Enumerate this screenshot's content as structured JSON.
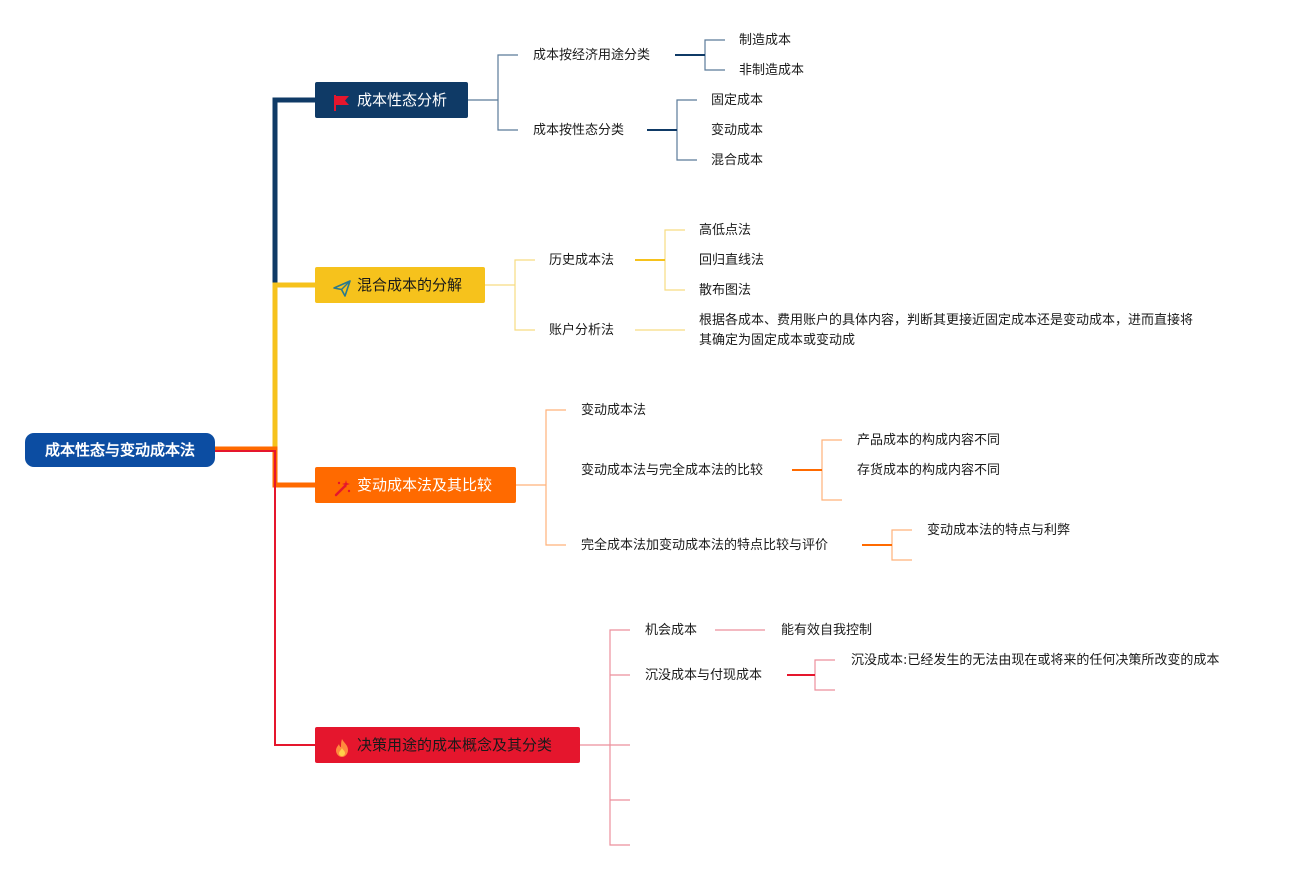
{
  "root": "成本性态与变动成本法",
  "colors": {
    "root": "#0c4da2",
    "branch1": "#0f3a66",
    "branch2": "#f6c21c",
    "branch3": "#ff6a00",
    "branch4": "#e5162d"
  },
  "branches": [
    {
      "label": "成本性态分析",
      "icon": "flag-icon",
      "children": [
        {
          "label": "成本按经济用途分类",
          "children": [
            "制造成本",
            "非制造成本"
          ]
        },
        {
          "label": "成本按性态分类",
          "children": [
            "固定成本",
            "变动成本",
            "混合成本"
          ]
        }
      ]
    },
    {
      "label": "混合成本的分解",
      "icon": "paper-plane-icon",
      "children": [
        {
          "label": "历史成本法",
          "children": [
            "高低点法",
            "回归直线法",
            "散布图法"
          ]
        },
        {
          "label": "账户分析法",
          "children": [
            "根据各成本、费用账户的具体内容，判断其更接近固定成本还是变动成本，进而直接将其确定为固定成本或变动成"
          ]
        }
      ]
    },
    {
      "label": "变动成本法及其比较",
      "icon": "magic-wand-icon",
      "children": [
        {
          "label": "变动成本法"
        },
        {
          "label": "变动成本法与完全成本法的比较",
          "children": [
            "产品成本的构成内容不同",
            "存货成本的构成内容不同"
          ]
        },
        {
          "label": "完全成本法加变动成本法的特点比较与评价",
          "children": [
            "变动成本法的特点与利弊"
          ]
        }
      ]
    },
    {
      "label": "决策用途的成本概念及其分类",
      "icon": "fire-icon",
      "children": [
        {
          "label": "机会成本",
          "children": [
            "能有效自我控制"
          ]
        },
        {
          "label": "沉没成本与付现成本",
          "children": [
            "沉没成本:已经发生的无法由现在或将来的任何决策所改变的成本"
          ]
        }
      ]
    }
  ]
}
